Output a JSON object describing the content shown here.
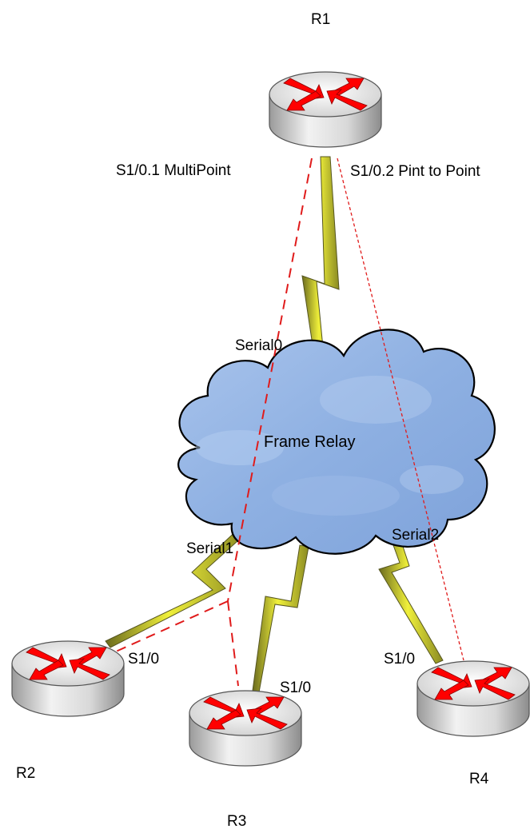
{
  "devices": {
    "r1": {
      "name": "R1"
    },
    "r2": {
      "name": "R2"
    },
    "r3": {
      "name": "R3"
    },
    "r4": {
      "name": "R4"
    }
  },
  "cloud": {
    "label": "Frame Relay"
  },
  "interfaces": {
    "r1_sub1": "S1/0.1 MultiPoint",
    "r1_sub2": "S1/0.2 Pint to Point",
    "cloud_serial0": "Serial0",
    "cloud_serial1": "Serial1",
    "cloud_serial2": "Serial2",
    "r2_s10": "S1/0",
    "r3_s10": "S1/0",
    "r4_s10": "S1/0"
  },
  "colors": {
    "cloud_fill": "#8fb1e3",
    "cloud_stroke": "#000000",
    "serial_link": "#e6e633",
    "serial_link_edge": "#6b6b1e",
    "pvc_line": "#e01b1b",
    "router_body": "#dcdcdc",
    "router_arrow": "#ff0000"
  },
  "icons": {
    "router": "router-icon",
    "cloud": "cloud-icon",
    "serial": "serial-link-icon"
  }
}
